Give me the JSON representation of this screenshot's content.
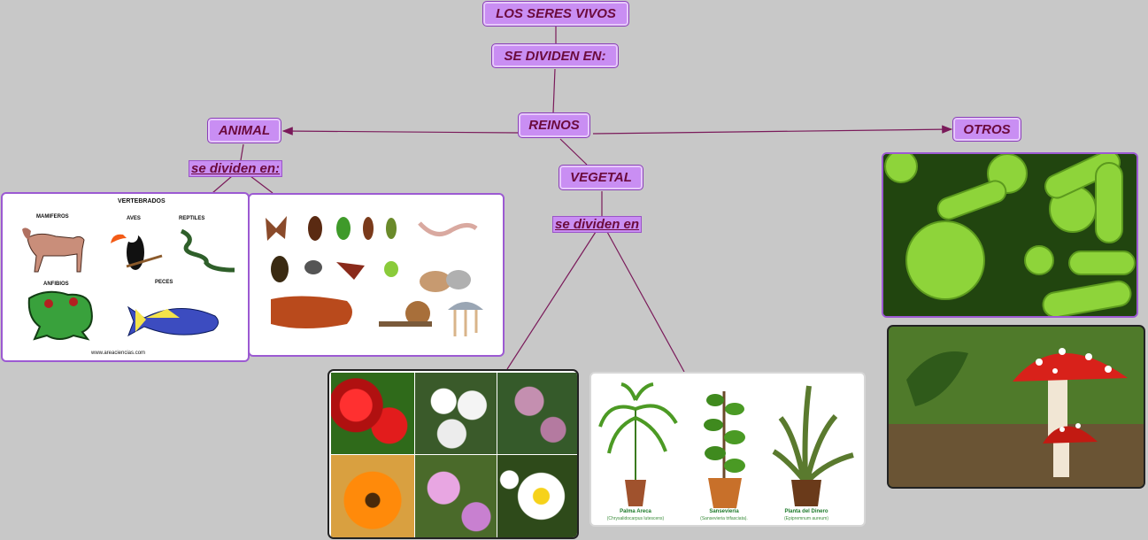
{
  "nodes": {
    "root": "LOS SERES VIVOS",
    "divide": "SE DIVIDEN EN:",
    "reinos": "REINOS",
    "animal": "ANIMAL",
    "vegetal": "VEGETAL",
    "otros": "OTROS"
  },
  "link_labels": {
    "animal_sub": "se dividen en:",
    "vegetal_sub": "se dividen en"
  },
  "vertebrados_card": {
    "title": "VERTEBRADOS",
    "groups": [
      "MAMIFEROS",
      "AVES",
      "REPTILES",
      "ANFIBIOS",
      "PECES"
    ],
    "footer": "www.areaciencias.com"
  },
  "plants_card": {
    "plants": [
      {
        "name": "Palma Areca",
        "sci": "(Chrysalidocarpus lutescens)"
      },
      {
        "name": "Sansevieria",
        "sci": "(Sansevieria trifasciata)."
      },
      {
        "name": "Planta del Dinero",
        "sci": "(Epipremnum aureum)"
      }
    ]
  },
  "colors": {
    "background": "#c8c8c8",
    "node_fill": "#c98ef3",
    "node_text": "#6b0a3c",
    "link": "#7a1a5a"
  }
}
